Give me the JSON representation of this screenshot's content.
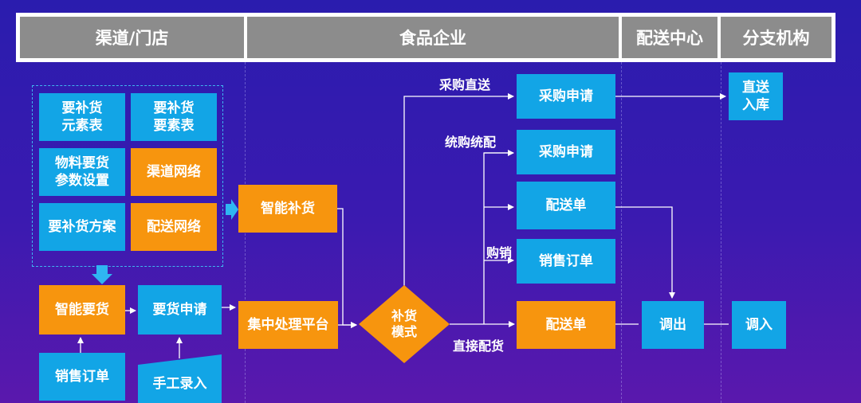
{
  "header": {
    "lanes": [
      "渠道/门店",
      "食品企业",
      "配送中心",
      "分支机构"
    ]
  },
  "nodes": {
    "replenish_elements_table": "要补货\n元素表",
    "replenish_factors_table": "要补货\n要素表",
    "material_params": "物料要货\n参数设置",
    "channel_network": "渠道网络",
    "replenish_plan": "要补货方案",
    "delivery_network": "配送网络",
    "smart_requisition": "智能要货",
    "requisition_apply": "要货申请",
    "sales_order_left": "销售订单",
    "manual_entry": "手工录入",
    "smart_replenish": "智能补货",
    "central_platform": "集中处理平台",
    "replenish_mode": "补货\n模式",
    "purchase_apply_1": "采购申请",
    "purchase_apply_2": "采购申请",
    "delivery_note_1": "配送单",
    "sales_order_right": "销售订单",
    "delivery_note_2": "配送单",
    "transfer_out": "调出",
    "direct_storage": "直送\n入库",
    "transfer_in": "调入"
  },
  "edge_labels": {
    "purchase_direct": "采购直送",
    "unified_purchase": "统购统配",
    "purchase_sale": "购销",
    "direct_delivery": "直接配货"
  },
  "colors": {
    "blue_box": "#12a5e6",
    "orange_box": "#f7950e",
    "header_gray": "#8c8c8c"
  }
}
